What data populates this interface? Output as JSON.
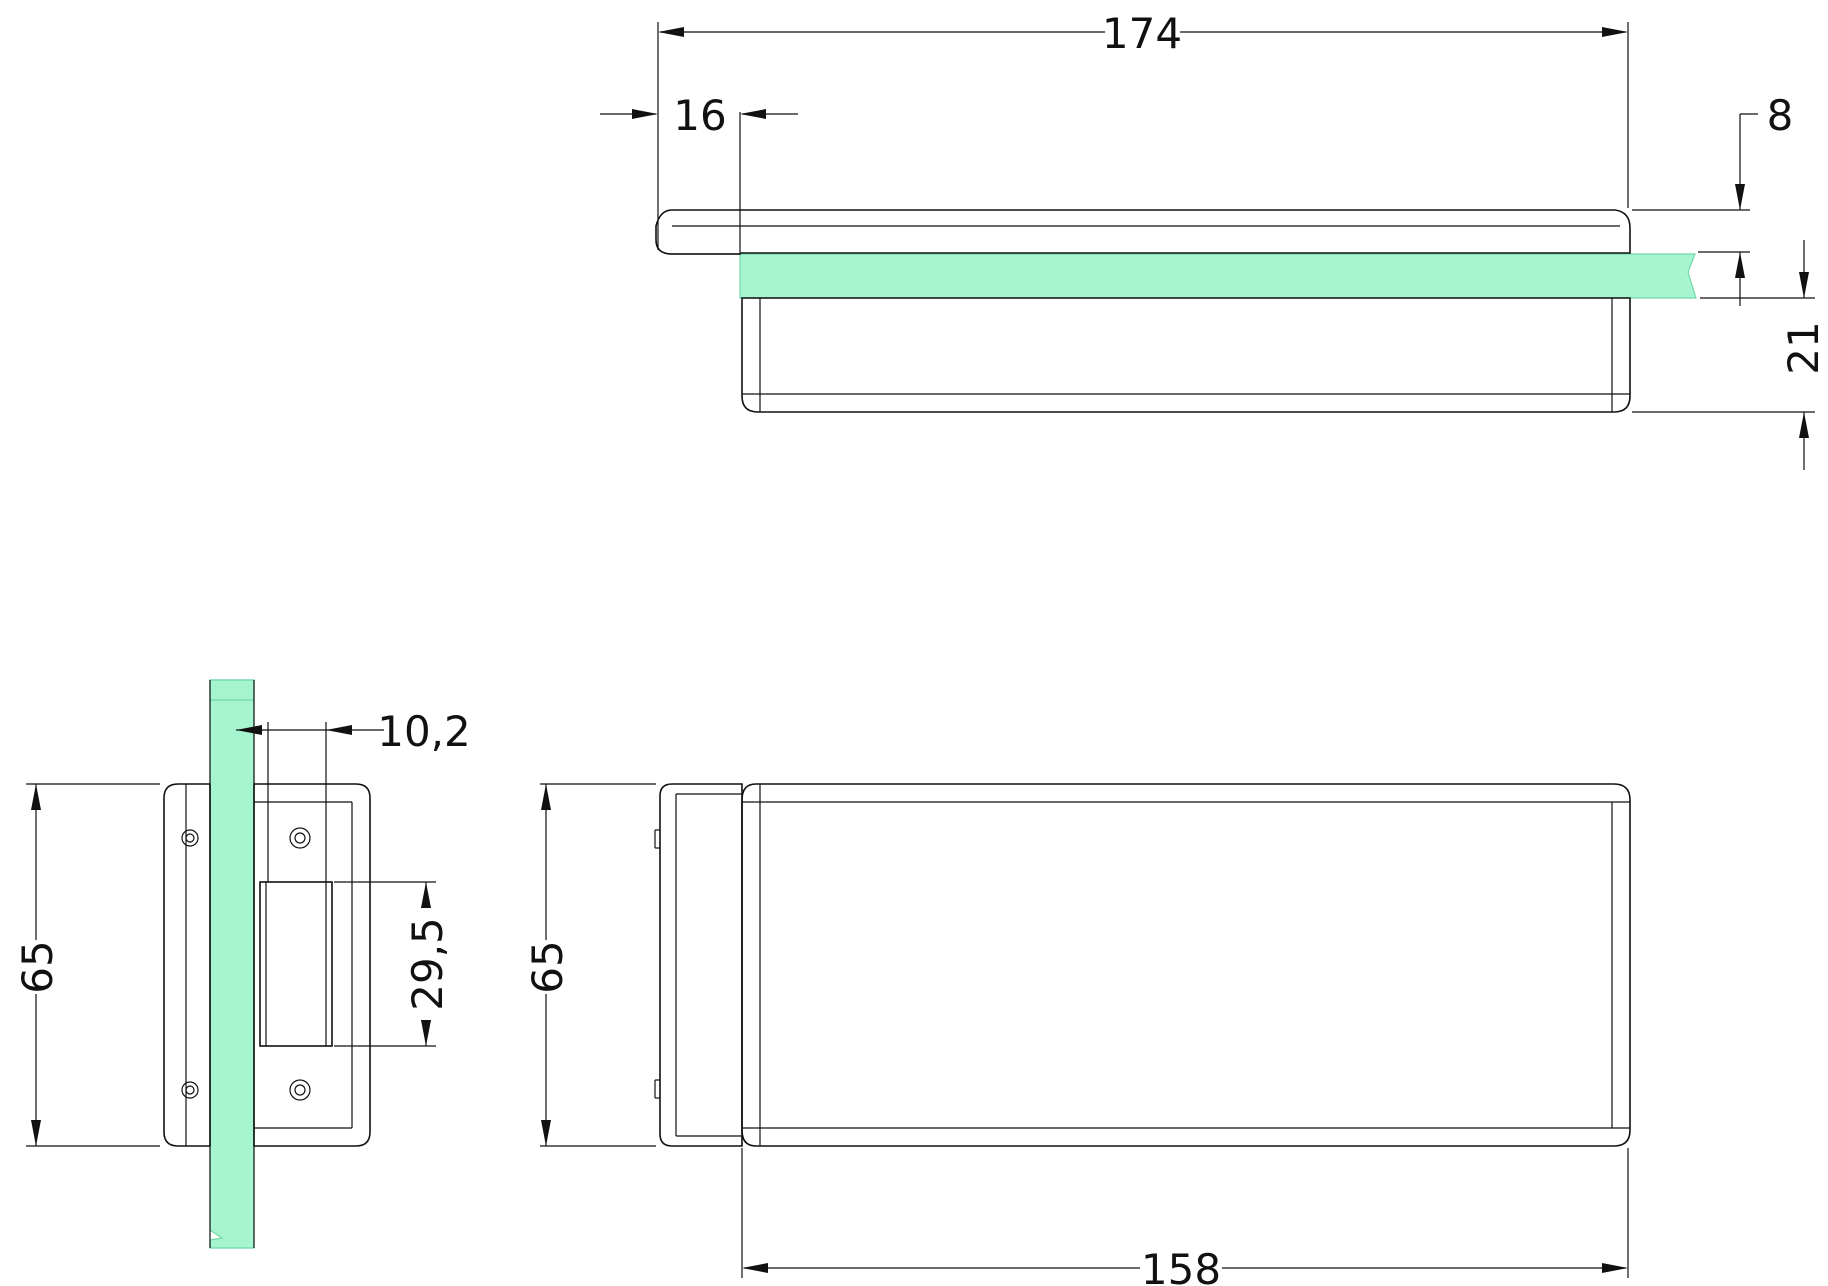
{
  "colors": {
    "glass": "#a6f5d0",
    "glass_edge": "#70d8a8",
    "line": "#111111",
    "background": "#ffffff"
  },
  "dimensions": {
    "top_width": "174",
    "top_offset": "16",
    "top_glass_gap": "8",
    "top_height": "21",
    "side_glass_depth": "10,2",
    "side_height": "65",
    "side_slot_height": "29,5",
    "front_height": "65",
    "front_width": "158"
  }
}
